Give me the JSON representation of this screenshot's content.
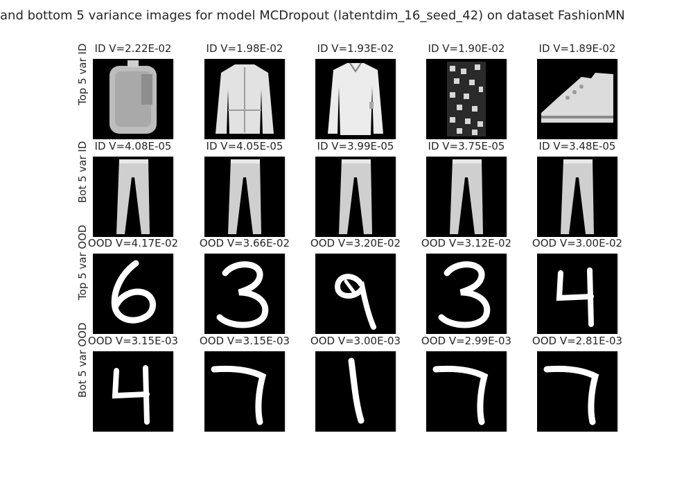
{
  "title": "and bottom 5 variance images for model MCDropout (latentdim_16_seed_42) on dataset FashionMN",
  "chart_data": {
    "type": "image_grid",
    "title": "and bottom 5 variance images for model MCDropout (latentdim_16_seed_42) on dataset FashionMN",
    "rows": [
      {
        "label": "Top 5 var ID",
        "cells": [
          {
            "title": "ID V=2.22E-02",
            "variance": 0.0222,
            "icon": "backpack-icon"
          },
          {
            "title": "ID V=1.98E-02",
            "variance": 0.0198,
            "icon": "jacket-icon"
          },
          {
            "title": "ID V=1.93E-02",
            "variance": 0.0193,
            "icon": "coat-icon"
          },
          {
            "title": "ID V=1.90E-02",
            "variance": 0.019,
            "icon": "patterned-dress-icon"
          },
          {
            "title": "ID V=1.89E-02",
            "variance": 0.0189,
            "icon": "sneaker-icon"
          }
        ]
      },
      {
        "label": "Bot 5 var ID",
        "cells": [
          {
            "title": "ID V=4.08E-05",
            "variance": 4.08e-05,
            "icon": "trousers-icon"
          },
          {
            "title": "ID V=4.05E-05",
            "variance": 4.05e-05,
            "icon": "trousers-icon"
          },
          {
            "title": "ID V=3.99E-05",
            "variance": 3.99e-05,
            "icon": "trousers-icon"
          },
          {
            "title": "ID V=3.75E-05",
            "variance": 3.75e-05,
            "icon": "trousers-icon"
          },
          {
            "title": "ID V=3.48E-05",
            "variance": 3.48e-05,
            "icon": "trousers-icon"
          }
        ]
      },
      {
        "label": "Top 5 var OOD",
        "cells": [
          {
            "title": "OOD V=4.17E-02",
            "variance": 0.0417,
            "digit": "6"
          },
          {
            "title": "OOD V=3.66E-02",
            "variance": 0.0366,
            "digit": "3"
          },
          {
            "title": "OOD V=3.20E-02",
            "variance": 0.032,
            "digit": "9"
          },
          {
            "title": "OOD V=3.12E-02",
            "variance": 0.0312,
            "digit": "3"
          },
          {
            "title": "OOD V=3.00E-02",
            "variance": 0.03,
            "digit": "4"
          }
        ]
      },
      {
        "label": "Bot 5 var OOD",
        "cells": [
          {
            "title": "OOD V=3.15E-03",
            "variance": 0.00315,
            "digit": "4"
          },
          {
            "title": "OOD V=3.15E-03",
            "variance": 0.00315,
            "digit": "7"
          },
          {
            "title": "OOD V=3.00E-03",
            "variance": 0.003,
            "digit": "1"
          },
          {
            "title": "OOD V=2.99E-03",
            "variance": 0.00299,
            "digit": "7"
          },
          {
            "title": "OOD V=2.81E-03",
            "variance": 0.00281,
            "digit": "7"
          }
        ]
      }
    ]
  }
}
